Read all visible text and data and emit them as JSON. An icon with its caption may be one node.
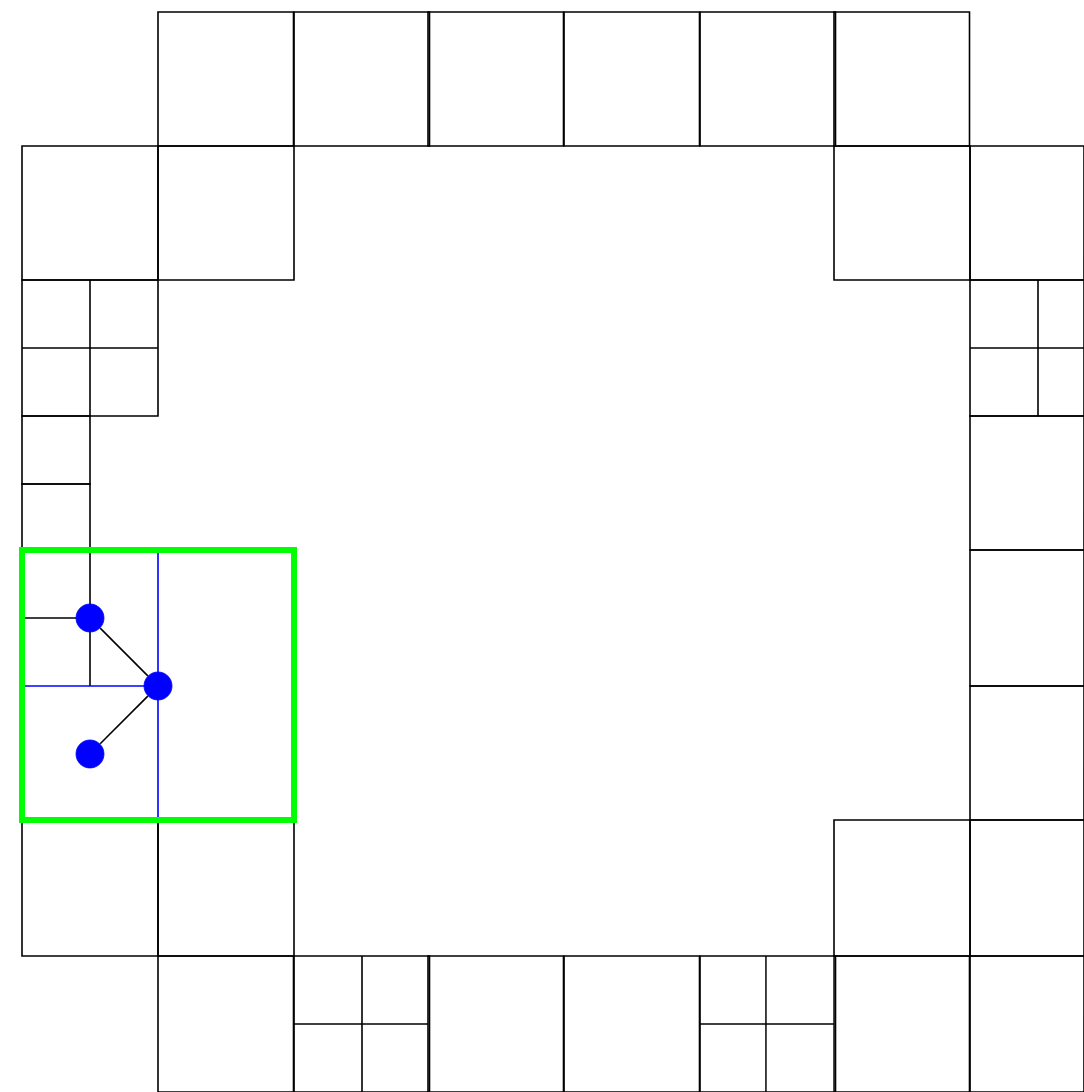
{
  "diagram": {
    "nodes": [
      {
        "text": [],
        "shape": "circle"
      },
      {
        "text": [],
        "shape": "circle"
      },
      {
        "text": [],
        "shape": "circle"
      }
    ],
    "edges": [
      {
        "from": 0,
        "to": 1,
        "arrow": "none"
      },
      {
        "from": 2,
        "to": 1,
        "arrow": "none"
      }
    ]
  }
}
